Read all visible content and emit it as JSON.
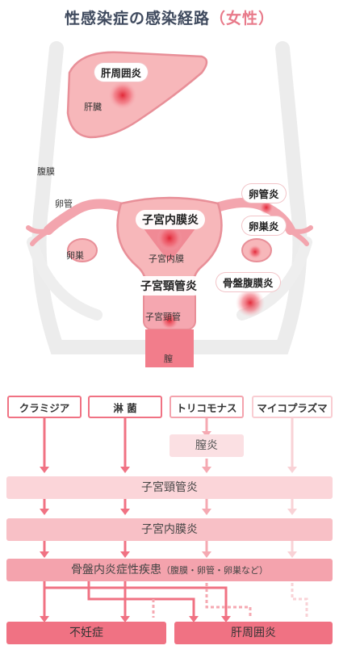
{
  "title": {
    "main": "性感染症の感染経路",
    "sub": "（女性）"
  },
  "organs": {
    "liver": "肝臓",
    "peritoneum": "腹膜",
    "oviduct": "卵管",
    "ovary": "卵巣",
    "uterus_body": "子宮内膜",
    "cervix": "子宮頸管",
    "vagina": "膣"
  },
  "conditions": {
    "perihepatitis": "肝周囲炎",
    "salpingitis": "卵管炎",
    "oophoritis": "卵巣炎",
    "endometritis": "子宮内膜炎",
    "cervicitis": "子宮頸管炎",
    "pelvic_peritonitis": "骨盤腹膜炎"
  },
  "pathogens": [
    "クラミジア",
    "淋 菌",
    "トリコモナス",
    "マイコプラズマ"
  ],
  "stages": {
    "vaginitis": "膣炎",
    "cervicitis": "子宮頸管炎",
    "endometritis": "子宮内膜炎",
    "pid_main": "骨盤内炎症性疾患",
    "pid_detail": "（腹膜・卵管・卵巣など）"
  },
  "outcomes": {
    "infertility": "不妊症",
    "perihepatitis": "肝周囲炎"
  },
  "colors": {
    "dark": "#f07283",
    "mid": "#f4a3ad",
    "light": "#f9cdd2",
    "lighter": "#fbe0e3",
    "title": "#3f4a5e"
  }
}
